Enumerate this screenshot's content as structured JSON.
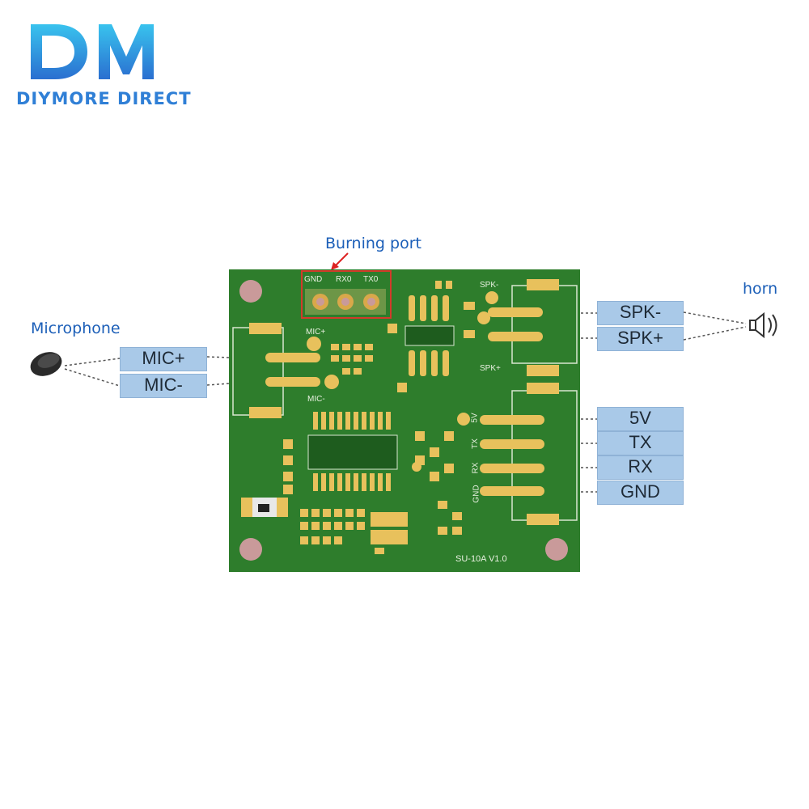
{
  "brand": {
    "logo_letters": "DM",
    "name": "DIYMORE DIRECT",
    "color": "#2f7fd6"
  },
  "callouts": {
    "burning_port": "Burning port",
    "microphone": "Microphone",
    "horn": "horn"
  },
  "burning_port_pins": [
    "GND",
    "RX0",
    "TX0"
  ],
  "board": {
    "model": "SU-10A V1.0",
    "color": "#2e7d2c",
    "silk_mic_plus": "MIC+",
    "silk_mic_minus": "MIC-",
    "silk_spk_minus": "SPK-",
    "silk_spk_plus": "SPK+",
    "silk_power_pins": [
      "5V",
      "TX",
      "RX",
      "GND"
    ]
  },
  "mic_labels": [
    "MIC+",
    "MIC-"
  ],
  "speaker_labels": [
    "SPK-",
    "SPK+"
  ],
  "power_labels": [
    "5V",
    "TX",
    "RX",
    "GND"
  ],
  "icons": {
    "microphone": "microphone-icon",
    "speaker": "speaker-icon"
  }
}
